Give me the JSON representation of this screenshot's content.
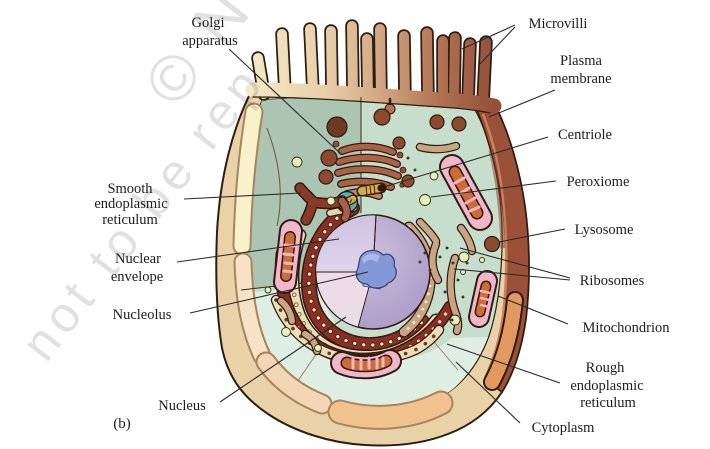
{
  "figure": {
    "panel_label": "(b)",
    "type": "animal cell ultrastructure diagram"
  },
  "watermark": {
    "fragment_top": "© N",
    "fragment_diagonal": "not to be rep"
  },
  "labels": {
    "golgi_apparatus": {
      "line1": "Golgi",
      "line2": "apparatus"
    },
    "microvilli": {
      "text": "Microvilli"
    },
    "plasma_membrane": {
      "line1": "Plasma",
      "line2": "membrane"
    },
    "centriole": {
      "text": "Centriole"
    },
    "peroxiome": {
      "text": "Peroxiome"
    },
    "lysosome": {
      "text": "Lysosome"
    },
    "ribosomes": {
      "text": "Ribosomes"
    },
    "mitochondrion": {
      "text": "Mitochondrion"
    },
    "rough_endoplasmic_reticulum": {
      "line1": "Rough",
      "line2": "endoplasmic",
      "line3": "reticulum"
    },
    "cytoplasm": {
      "text": "Cytoplasm"
    },
    "smooth_endoplasmic_reticulum": {
      "line1": "Smooth",
      "line2": "endoplasmic",
      "line3": "reticulum"
    },
    "nuclear_envelope": {
      "line1": "Nuclear",
      "line2": "envelope"
    },
    "nucleolus": {
      "text": "Nucleolus"
    },
    "nucleus": {
      "text": "Nucleus"
    }
  },
  "colors": {
    "background": "#ffffff",
    "outline": "#2e1d12",
    "cytoplasm_green": "#c8decd",
    "cytoplasm_shaded": "#abc5b2",
    "cytoplasm_floor": "#dfeee3",
    "cell_wall_cream": "#f9f0cc",
    "cell_wall_peach": "#f3d6b6",
    "cell_wall_orange": "#f0c28e",
    "plasma_membrane_brown": "#9b5138",
    "nucleus_lavender": "#b4a3cd",
    "nucleolus_blue": "#8498d8",
    "er_dark_red": "#8e2d23",
    "er_cream": "#eedcb6",
    "ribosome_dot": "#f2f4c4",
    "mitochondrion_pink": "#f3b5ca",
    "mitochondrion_orange": "#cd6d33",
    "lysosome_brown": "#8d4a2e",
    "peroxisome_green": "#e4f0b8",
    "golgi_brown": "#ad6243",
    "centriole_teal": "#57b0bf",
    "centriole_gold": "#d7ab47",
    "label_text": "#1c1c1c",
    "leader_line": "#2b2b2b",
    "watermark_gray": "#cccccc"
  }
}
